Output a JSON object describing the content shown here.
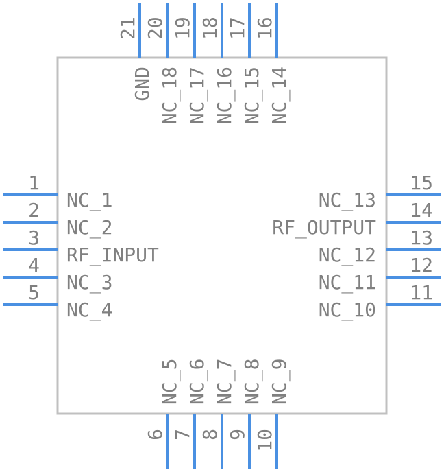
{
  "colors": {
    "pin": "#4a90e2",
    "body_stroke": "#c0c0c0",
    "text": "#808080"
  },
  "pins": {
    "left": [
      {
        "num": "1",
        "name": "NC_1"
      },
      {
        "num": "2",
        "name": "NC_2"
      },
      {
        "num": "3",
        "name": "RF_INPUT"
      },
      {
        "num": "4",
        "name": "NC_3"
      },
      {
        "num": "5",
        "name": "NC_4"
      }
    ],
    "right": [
      {
        "num": "15",
        "name": "NC_13"
      },
      {
        "num": "14",
        "name": "RF_OUTPUT"
      },
      {
        "num": "13",
        "name": "NC_12"
      },
      {
        "num": "12",
        "name": "NC_11"
      },
      {
        "num": "11",
        "name": "NC_10"
      }
    ],
    "top": [
      {
        "num": "21",
        "name": "GND"
      },
      {
        "num": "20",
        "name": "NC_18"
      },
      {
        "num": "19",
        "name": "NC_17"
      },
      {
        "num": "18",
        "name": "NC_16"
      },
      {
        "num": "17",
        "name": "NC_15"
      },
      {
        "num": "16",
        "name": "NC_14"
      }
    ],
    "bottom": [
      {
        "num": "6",
        "name": "NC_5"
      },
      {
        "num": "7",
        "name": "NC_6"
      },
      {
        "num": "8",
        "name": "NC_7"
      },
      {
        "num": "9",
        "name": "NC_8"
      },
      {
        "num": "10",
        "name": "NC_9"
      }
    ]
  }
}
